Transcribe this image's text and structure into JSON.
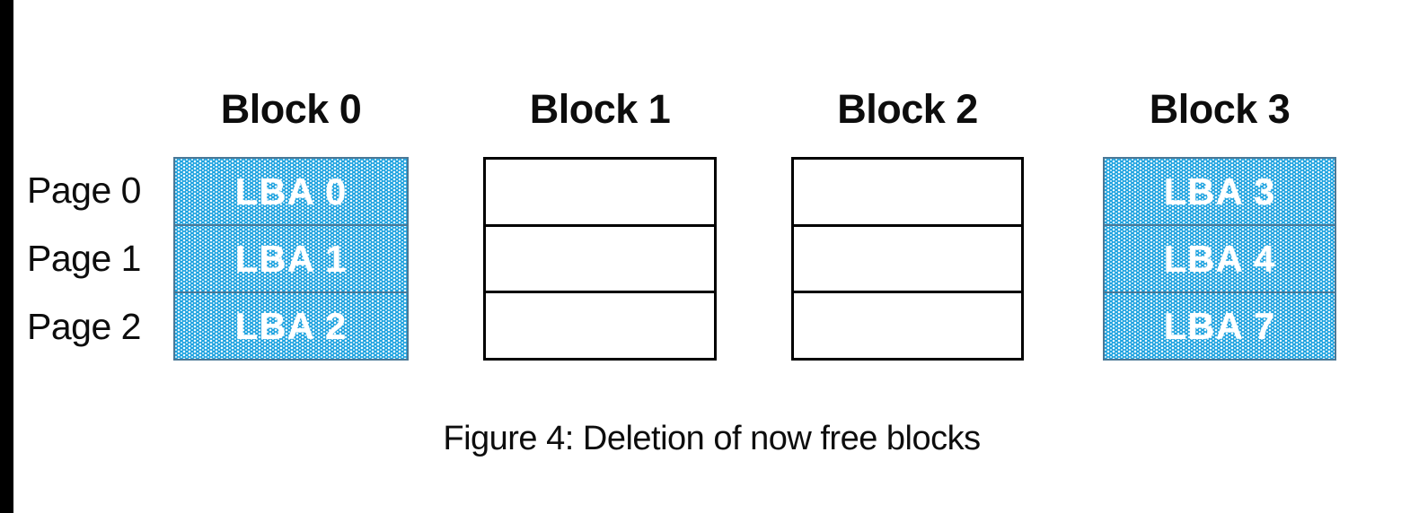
{
  "caption": "Figure 4: Deletion of now free blocks",
  "page_labels": [
    "Page 0",
    "Page 1",
    "Page 2"
  ],
  "blocks": [
    {
      "title": "Block 0",
      "state": "filled",
      "cells": [
        "LBA 0",
        "LBA 1",
        "LBA 2"
      ]
    },
    {
      "title": "Block 1",
      "state": "empty",
      "cells": [
        "",
        "",
        ""
      ]
    },
    {
      "title": "Block 2",
      "state": "empty",
      "cells": [
        "",
        "",
        ""
      ]
    },
    {
      "title": "Block 3",
      "state": "filled",
      "cells": [
        "LBA 3",
        "LBA 4",
        "LBA 7"
      ]
    }
  ],
  "colors": {
    "cell_fill_blue": "#19a1df",
    "filled_cell_border": "#4a7896",
    "empty_cell_border": "#000000",
    "edge_bar": "#000000",
    "text": "#0d0d0d",
    "cell_text": "#ffffff"
  }
}
